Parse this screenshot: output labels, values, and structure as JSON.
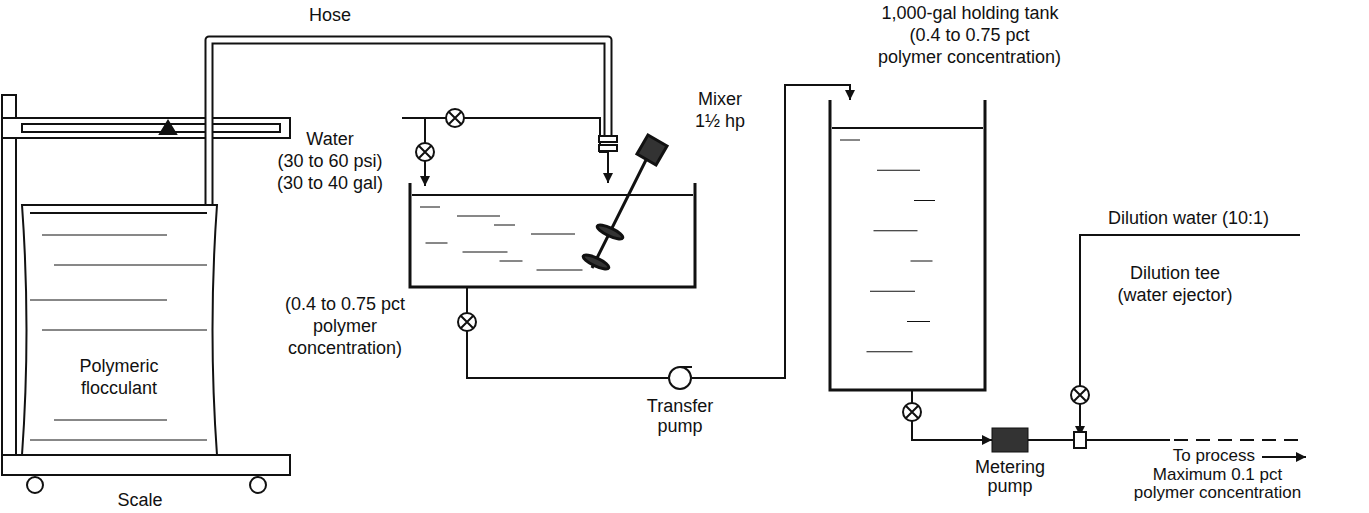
{
  "diagram": {
    "nodes": [
      {
        "text": [
          "Polymeric flocculant"
        ]
      },
      {
        "text": [
          "(0.4 to 0.75 pct polymer concentration)"
        ]
      },
      {
        "text": [
          "Transfer pump"
        ]
      },
      {
        "text": [
          "1,000-gal holding tank",
          "(0.4 to 0.75 pct polymer concentration)"
        ]
      },
      {
        "text": [
          "Metering pump"
        ]
      }
    ],
    "edges": [
      {
        "from": 0,
        "to": 1,
        "arrow": "to"
      },
      {
        "from": 1,
        "to": 2,
        "arrow": "none"
      },
      {
        "from": 2,
        "to": 3,
        "arrow": "to"
      },
      {
        "from": 3,
        "to": 4,
        "arrow": "to"
      }
    ],
    "labels": [
      "Hose",
      "Water",
      "(30 to 60 psi)",
      "(30 to 40 gal)",
      "Mixer 1½ hp",
      "Scale",
      "Dilution water (10:1)",
      "Dilution tee (water ejector)",
      "To process",
      "Maximum 0.1 pct polymer concentration"
    ]
  }
}
